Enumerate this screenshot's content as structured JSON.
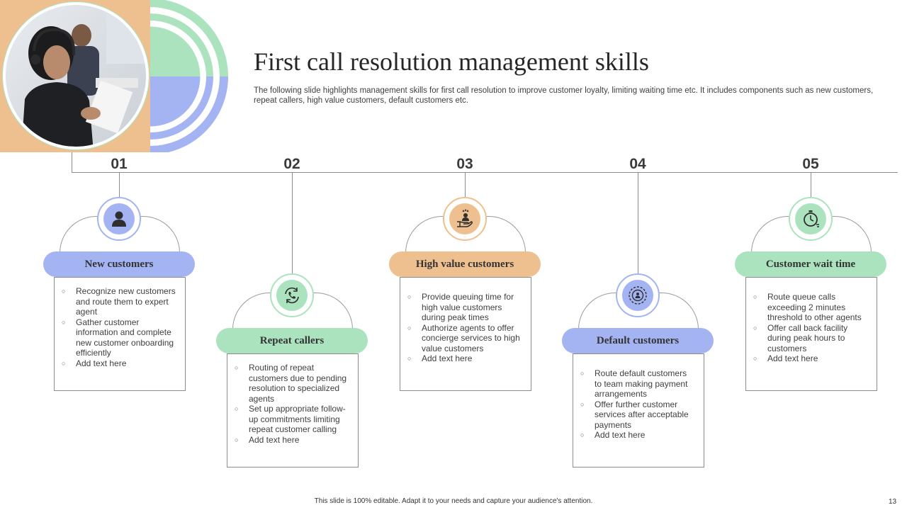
{
  "slide": {
    "title": "First call resolution management skills",
    "subtitle": "The following slide highlights management skills for first call resolution to improve customer loyalty, limiting waiting time etc. It includes components such as new customers, repeat callers, high value customers, default customers etc.",
    "footer": "This slide is 100% editable. Adapt it to your needs and capture your audience's attention.",
    "page_number": "13"
  },
  "colors": {
    "blue": "#a4b4f2",
    "green": "#abe3bf",
    "orange": "#efc08f",
    "line": "#8c8c8c"
  },
  "steps": [
    {
      "number": "01",
      "heading": "New customers",
      "icon": "user-icon",
      "bullets": [
        "Recognize new customers and route them to expert agent",
        "Gather customer information and complete new customer onboarding efficiently",
        "Add text here"
      ]
    },
    {
      "number": "02",
      "heading": "Repeat callers",
      "icon": "phone-refresh-icon",
      "bullets": [
        "Routing of repeat customers due to pending resolution to specialized agents",
        "Set up appropriate follow-up commitments limiting repeat customer calling",
        "Add text here"
      ]
    },
    {
      "number": "03",
      "heading": "High value customers",
      "icon": "vip-hand-icon",
      "bullets": [
        "Provide queuing time for high value customers during peak times",
        "Authorize agents to offer concierge services to high value customers",
        "Add text here"
      ]
    },
    {
      "number": "04",
      "heading": "Default customers",
      "icon": "coin-target-icon",
      "bullets": [
        "Route default customers to team making payment arrangements",
        "Offer further customer services after acceptable payments",
        "Add text here"
      ]
    },
    {
      "number": "05",
      "heading": "Customer wait time",
      "icon": "stopwatch-icon",
      "bullets": [
        "Route queue calls exceeding 2 minutes threshold to other agents",
        "Offer call back facility during peak hours to customers",
        "Add text here"
      ]
    }
  ]
}
